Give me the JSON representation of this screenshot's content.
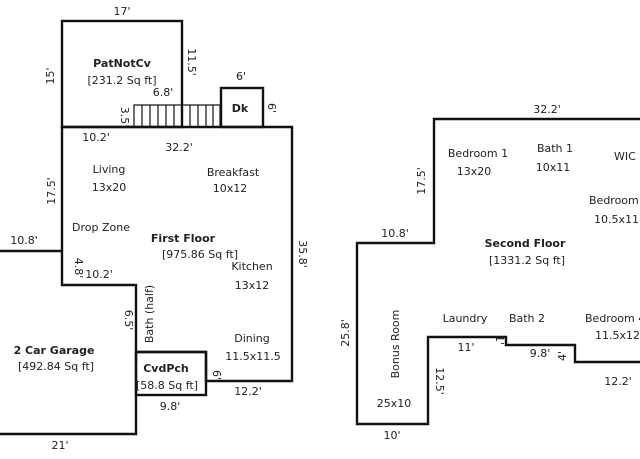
{
  "rooms": {
    "patio": {
      "name": "PatNotCv",
      "area": "[231.2 Sq ft]"
    },
    "deck": {
      "name": "Dk"
    },
    "living": {
      "name": "Living",
      "size": "13x20"
    },
    "breakfast": {
      "name": "Breakfast",
      "size": "10x12"
    },
    "drop_zone": {
      "name": "Drop Zone"
    },
    "first_floor": {
      "name": "First Floor",
      "area": "[975.86 Sq ft]"
    },
    "kitchen": {
      "name": "Kitchen",
      "size": "13x12"
    },
    "bath_half": {
      "name": "Bath (half)"
    },
    "dining": {
      "name": "Dining",
      "size": "11.5x11.5"
    },
    "garage": {
      "name": "2 Car Garage",
      "area": "[492.84 Sq ft]"
    },
    "covered_porch": {
      "name": "CvdPch",
      "area": "[58.8 Sq ft]"
    },
    "bedroom1": {
      "name": "Bedroom 1",
      "size": "13x20"
    },
    "bath1": {
      "name": "Bath 1",
      "size": "10x11"
    },
    "wic": {
      "name": "WIC"
    },
    "bedroom_right": {
      "name": "Bedroom",
      "size": "10.5x11."
    },
    "second_floor": {
      "name": "Second Floor",
      "area": "[1331.2 Sq ft]"
    },
    "bonus_room": {
      "name": "Bonus Room",
      "size": "25x10"
    },
    "laundry": {
      "name": "Laundry"
    },
    "bath2": {
      "name": "Bath 2"
    },
    "bedroom4": {
      "name": "Bedroom 4",
      "size": "11.5x12"
    }
  },
  "dimensions": {
    "patio_top": "17'",
    "patio_left": "15'",
    "patio_right": "11.5'",
    "stair_top": "6.8'",
    "stair_left": "3.5'",
    "deck_top": "6'",
    "deck_right": "6'",
    "first_top_left": "10.2'",
    "first_top": "32.2'",
    "first_left": "17.5'",
    "first_right": "35.8'",
    "garage_top": "10.8'",
    "step_vertical": "4.8'",
    "step_horizontal": "10.2'",
    "bath_wall": "6.5'",
    "porch_bottom": "9.8'",
    "porch_right": "6'",
    "first_bottom_right": "12.2'",
    "garage_bottom": "21'",
    "second_top": "32.2'",
    "second_upper_left": "17.5'",
    "second_left_step": "10.8'",
    "second_left": "25.8'",
    "second_bottom": "10'",
    "bonus_right": "12.5'",
    "laundry_bottom": "11'",
    "laundry_step": "1'",
    "bath2_bottom": "9.8'",
    "bedroom4_step": "4'",
    "second_bottom_right": "12.2'"
  }
}
